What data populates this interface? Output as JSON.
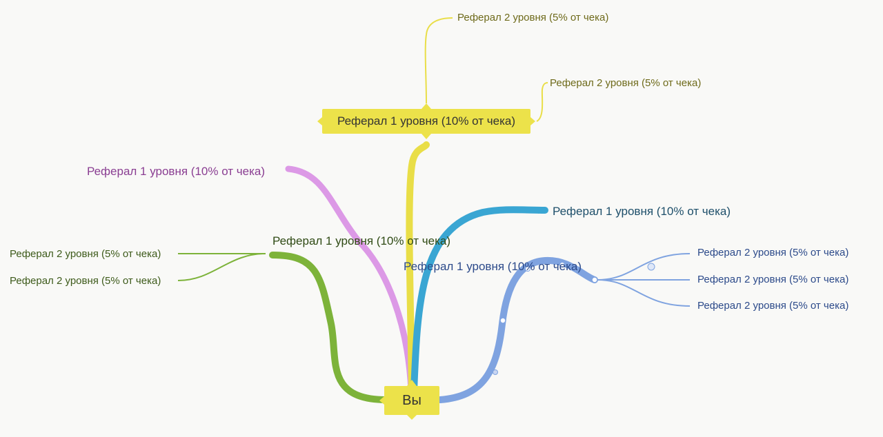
{
  "root": {
    "label": "Вы",
    "color": "#ece24a"
  },
  "branches": {
    "yellow": {
      "label": "Реферал 1 уровня (10% от чека)",
      "color": "#e9de47",
      "children": [
        "Реферал 2 уровня (5% от чека)",
        "Реферал 2 уровня (5% от чека)"
      ]
    },
    "purple": {
      "label": "Реферал 1 уровня (10% от чека)",
      "color": "#dc99e6"
    },
    "cyan": {
      "label": "Реферал 1 уровня (10% от чека)",
      "color": "#3aa6d3"
    },
    "green": {
      "label": "Реферал 1 уровня (10% от чека)",
      "color": "#7db33a",
      "children": [
        "Реферал 2 уровня (5% от чека)",
        "Реферал 2 уровня (5% от чека)"
      ]
    },
    "blue": {
      "label": "Реферал 1 уровня (10% от чека)",
      "color": "#7fa3e0",
      "children": [
        "Реферал 2 уровня (5% от чека)",
        "Реферал 2 уровня (5% от чека)",
        "Реферал 2 уровня (5% от чека)"
      ]
    }
  }
}
